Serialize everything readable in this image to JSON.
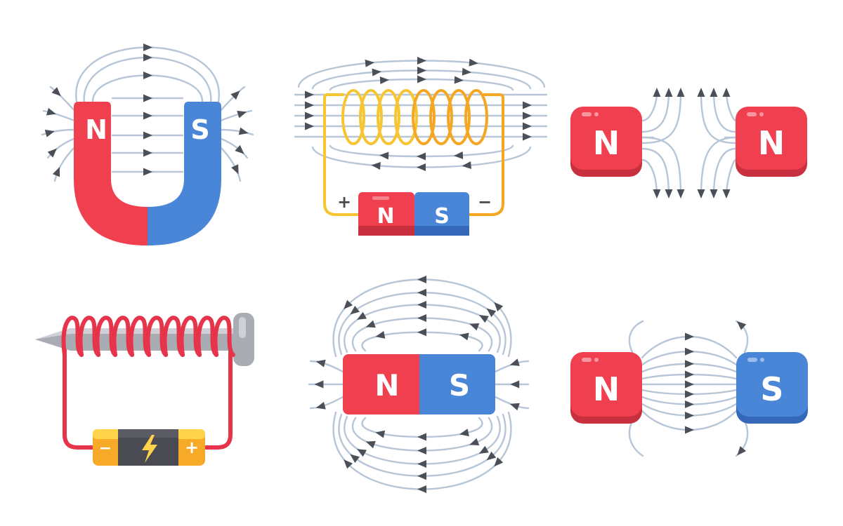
{
  "colors": {
    "north": "#f0404f",
    "north_dark": "#c9303f",
    "south": "#4a86d8",
    "south_dark": "#3568b8",
    "field_line": "#b7c6d6",
    "arrow": "#4b4f58",
    "coil_yellow": "#f6c531",
    "coil_orange": "#f5a623",
    "nail": "#a9acb3",
    "nail_light": "#cfd1d6",
    "wire_red": "#e6344a",
    "battery_orange": "#f7a928",
    "battery_yellow": "#ffd34a",
    "battery_body": "#4a4a52"
  },
  "panels": {
    "horseshoe": {
      "north_label": "N",
      "south_label": "S"
    },
    "solenoid": {
      "north_label": "N",
      "south_label": "S",
      "plus_label": "+",
      "minus_label": "−"
    },
    "repel": {
      "left_label": "N",
      "right_label": "N"
    },
    "electromagnet": {
      "minus_label": "−",
      "plus_label": "+",
      "bolt_icon": "lightning-bolt-icon"
    },
    "bar": {
      "north_label": "N",
      "south_label": "S"
    },
    "attract": {
      "left_label": "N",
      "right_label": "S"
    }
  }
}
